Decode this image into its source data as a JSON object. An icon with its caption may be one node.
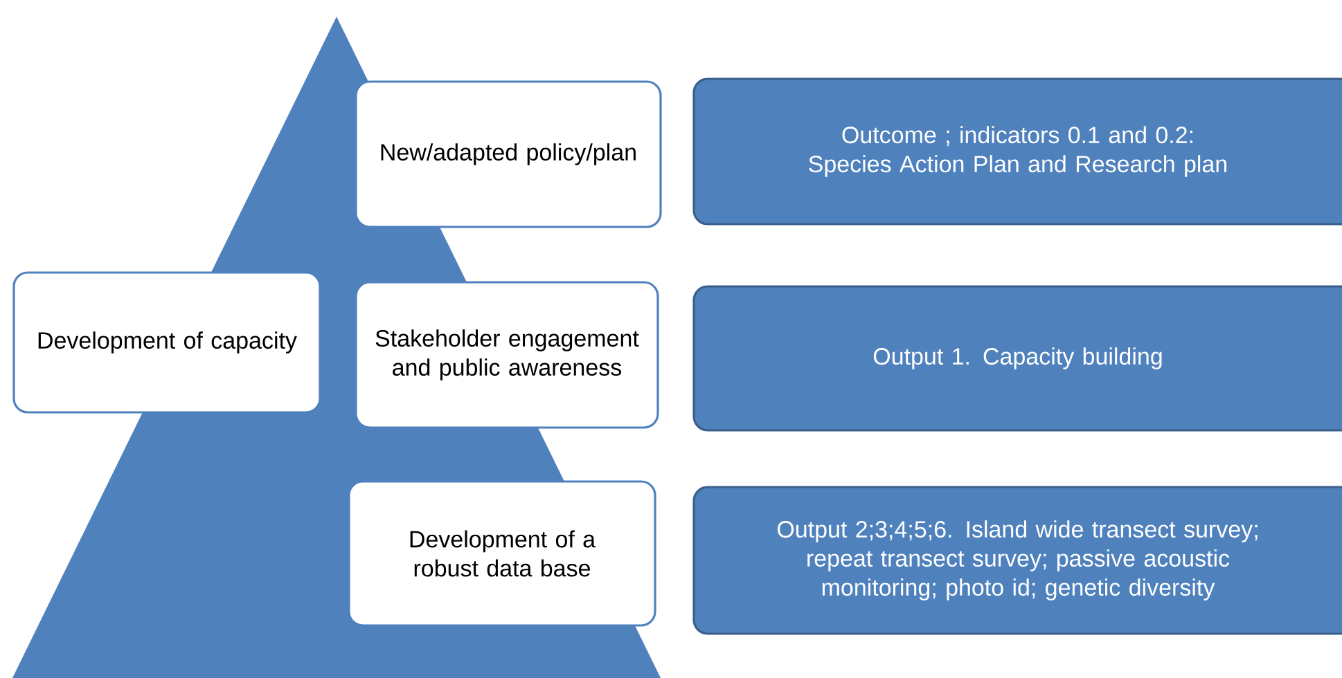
{
  "diagram": {
    "nodes": [
      {
        "text": [
          "Development of capacity"
        ]
      },
      {
        "text": [
          "New/adapted policy/plan"
        ]
      },
      {
        "text": [
          "Stakeholder engagement and public awareness"
        ]
      },
      {
        "text": [
          "Development of a robust data base"
        ]
      },
      {
        "text": [
          "Outcome ; indicators 0.1 and 0.2: Species Action Plan and Research plan"
        ]
      },
      {
        "text": [
          "Output 1. Capacity building"
        ]
      },
      {
        "text": [
          "Output 2;3;4;5;6. Island wide transect survey; repeat transect survey; passive acoustic monitoring; photo id; genetic diversity"
        ]
      }
    ]
  }
}
